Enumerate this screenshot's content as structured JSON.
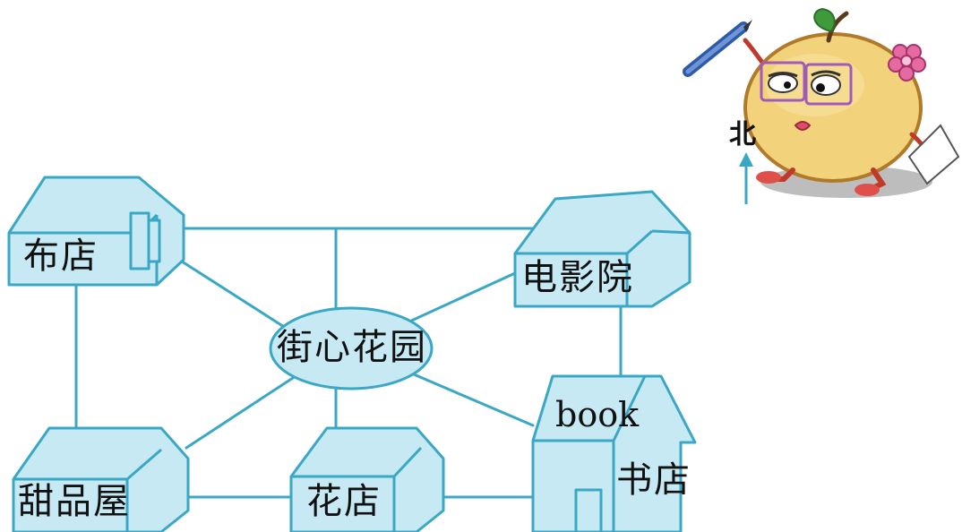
{
  "map": {
    "colors": {
      "line": "#3aa8c4",
      "fill": "#c6e9f3",
      "text": "#111111"
    },
    "places": {
      "cloth_store": "布店",
      "cinema": "电影院",
      "central_garden": "街心花园",
      "dessert_house": "甜品屋",
      "flower_shop": "花店",
      "bookstore": "书店",
      "bookstore_sign": "book"
    },
    "compass": {
      "north_label": "北"
    }
  }
}
